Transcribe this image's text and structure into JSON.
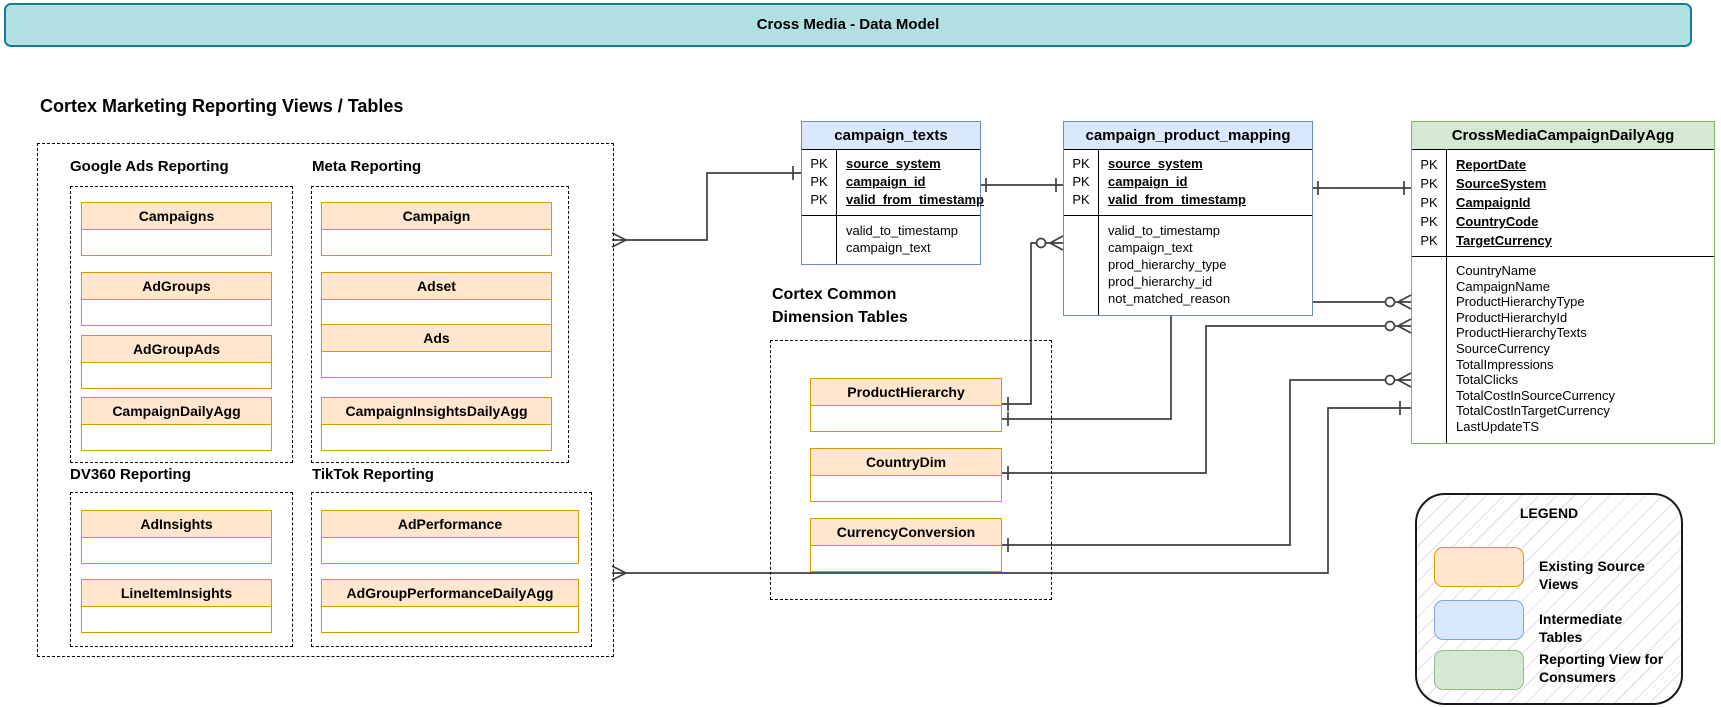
{
  "banner": {
    "title": "Cross Media - Data Model"
  },
  "marketing": {
    "heading": "Cortex Marketing Reporting Views / Tables",
    "groups": [
      {
        "label": "Google Ads Reporting",
        "tables": [
          "Campaigns",
          "AdGroups",
          "AdGroupAds",
          "CampaignDailyAgg"
        ]
      },
      {
        "label": "Meta Reporting",
        "tables": [
          "Campaign",
          "Adset",
          "Ads",
          "CampaignInsightsDailyAgg"
        ]
      },
      {
        "label": "DV360 Reporting",
        "tables": [
          "AdInsights",
          "LineItemInsights"
        ]
      },
      {
        "label": "TikTok Reporting",
        "tables": [
          "AdPerformance",
          "AdGroupPerformanceDailyAgg"
        ]
      }
    ]
  },
  "dimensions": {
    "heading_line1": "Cortex Common",
    "heading_line2": "Dimension Tables",
    "tables": [
      "ProductHierarchy",
      "CountryDim",
      "CurrencyConversion"
    ]
  },
  "entities": {
    "campaign_texts": {
      "title": "campaign_texts",
      "pk_rows": [
        {
          "key": "PK",
          "field": "source_system"
        },
        {
          "key": "PK",
          "field": "campaign_id"
        },
        {
          "key": "PK",
          "field": "valid_from_timestamp"
        }
      ],
      "fields": [
        "valid_to_timestamp",
        "campaign_text"
      ]
    },
    "campaign_product_mapping": {
      "title": "campaign_product_mapping",
      "pk_rows": [
        {
          "key": "PK",
          "field": "source_system"
        },
        {
          "key": "PK",
          "field": "campaign_id"
        },
        {
          "key": "PK",
          "field": "valid_from_timestamp"
        }
      ],
      "fields": [
        "valid_to_timestamp",
        "campaign_text",
        "prod_hierarchy_type",
        "prod_hierarchy_id",
        "not_matched_reason"
      ]
    },
    "cross_media_campaign_daily_agg": {
      "title": "CrossMediaCampaignDailyAgg",
      "pk_rows": [
        {
          "key": "PK",
          "field": "ReportDate"
        },
        {
          "key": "PK",
          "field": "SourceSystem"
        },
        {
          "key": "PK",
          "field": "CampaignId"
        },
        {
          "key": "PK",
          "field": "CountryCode"
        },
        {
          "key": "PK",
          "field": "TargetCurrency"
        }
      ],
      "fields": [
        "CountryName",
        "CampaignName",
        "ProductHierarchyType",
        "ProductHierarchyId",
        "ProductHierarchyTexts",
        "SourceCurrency",
        "TotalImpressions",
        "TotalClicks",
        "TotalCostInSourceCurrency",
        "TotalCostInTargetCurrency",
        "LastUpdateTS"
      ]
    }
  },
  "legend": {
    "title": "LEGEND",
    "items": [
      {
        "swatch": "orange",
        "label": "Existing Source Views"
      },
      {
        "swatch": "blue",
        "label": "Intermediate Tables"
      },
      {
        "swatch": "green",
        "label": "Reporting View for Consumers"
      }
    ]
  },
  "colors": {
    "banner_fill": "#b2dfe2",
    "banner_stroke": "#10808e",
    "source_views_fill": "#ffe6cc",
    "source_views_stroke": "#d79b00",
    "intermediate_fill": "#dae8fc",
    "intermediate_stroke": "#6c8ebf",
    "reporting_fill": "#d5e8d4",
    "reporting_stroke": "#82b366",
    "connector": "#3f3f3f"
  }
}
